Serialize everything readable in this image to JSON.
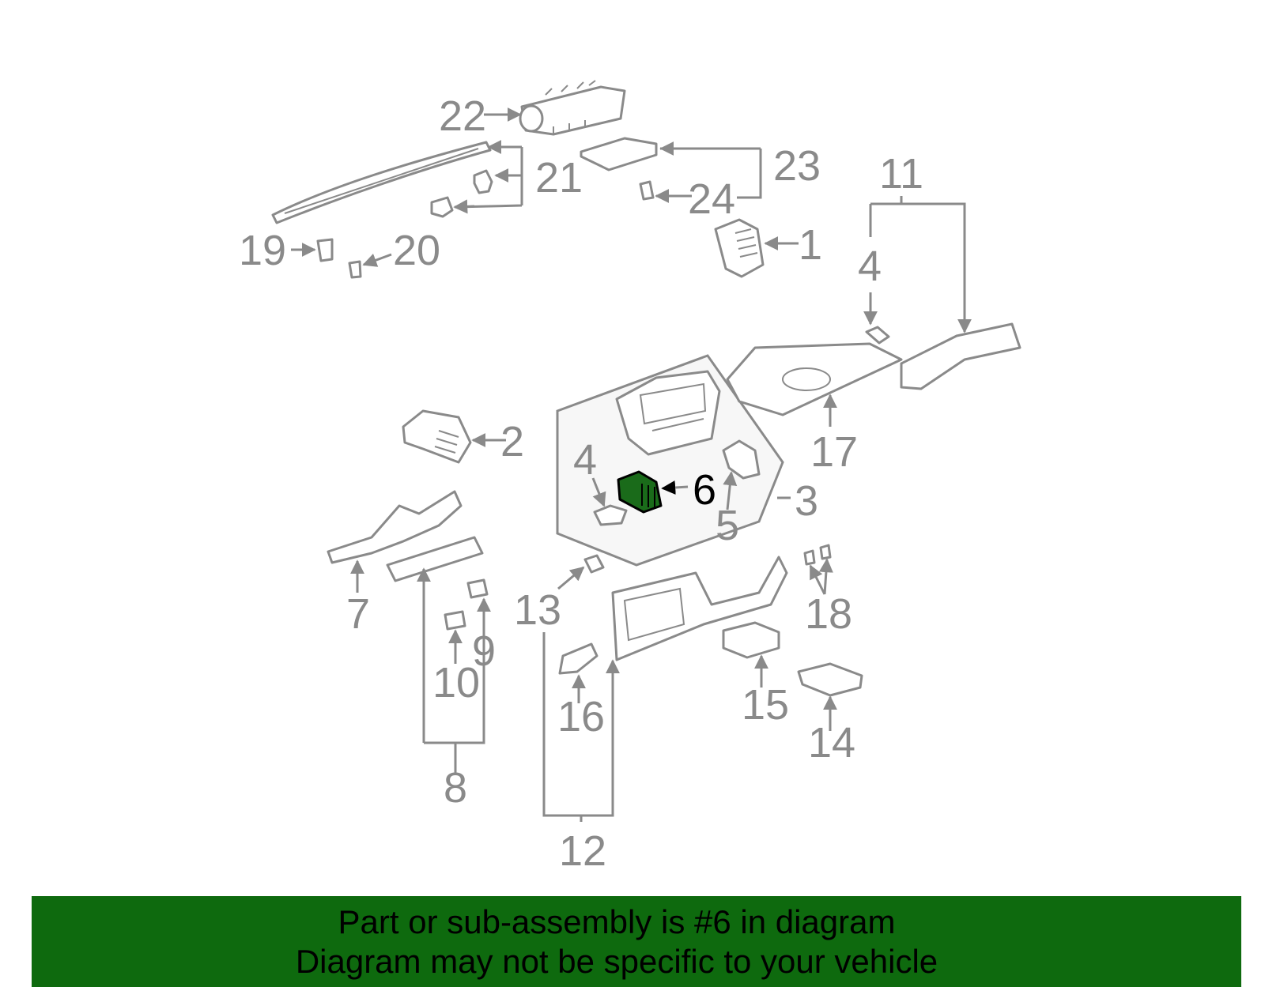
{
  "diagram": {
    "labels": {
      "p1": "1",
      "p2": "2",
      "p3": "3",
      "p4a": "4",
      "p4b": "4",
      "p5": "5",
      "p6": "6",
      "p7": "7",
      "p8": "8",
      "p9": "9",
      "p10": "10",
      "p11": "11",
      "p12": "12",
      "p13": "13",
      "p14": "14",
      "p15": "15",
      "p16": "16",
      "p17": "17",
      "p18": "18",
      "p19": "19",
      "p20": "20",
      "p21": "21",
      "p22": "22",
      "p23": "23",
      "p24": "24"
    },
    "highlighted_part": "6",
    "colors": {
      "line": "#8a8a8a",
      "highlight_part": "#1a6b1a",
      "highlight_label": "#000000",
      "banner": "#0e6a0e",
      "group_fill": "#f7f7f7"
    }
  },
  "banner": {
    "line1": "Part or sub-assembly is #6 in diagram",
    "line2": "Diagram may not be specific to your vehicle"
  }
}
